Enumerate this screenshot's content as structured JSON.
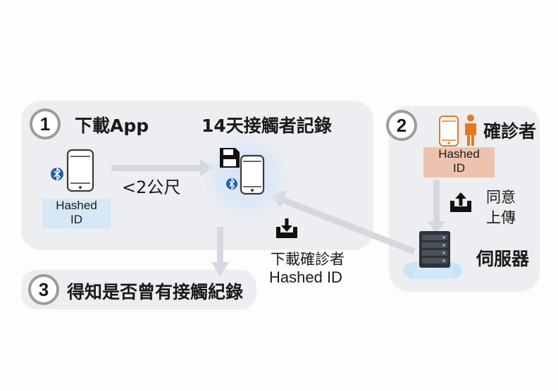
{
  "step1": {
    "number": "1",
    "title": "下載App",
    "hashed_label": "Hashed",
    "hashed_id": "ID",
    "distance": "<2公尺"
  },
  "contact_record": {
    "title": "14天接觸者記錄"
  },
  "step2": {
    "number": "2",
    "title": "確診者",
    "hashed_label": "Hashed",
    "hashed_id": "ID",
    "consent_line1": "同意",
    "consent_line2": "上傳"
  },
  "server": {
    "label": "伺服器"
  },
  "download_note": {
    "line1": "下載確診者",
    "line2": "Hashed ID"
  },
  "step3": {
    "number": "3",
    "title": "得知是否曾有接觸紀錄"
  },
  "colors": {
    "panel": "#eceef1",
    "circle_border": "#9c9c9c",
    "arrow": "#d5d8dc",
    "hash_blue": "#d6e7f5",
    "hash_orange": "#edc3ad",
    "phone_outline": "#3a3a3a",
    "patient_orange": "#e8781f",
    "bluetooth_blue": "#1f5fae"
  },
  "icons": [
    "phone-icon",
    "bluetooth-icon",
    "floppy-disk-icon",
    "person-icon",
    "upload-icon",
    "download-icon",
    "server-icon",
    "cloud-icon"
  ]
}
